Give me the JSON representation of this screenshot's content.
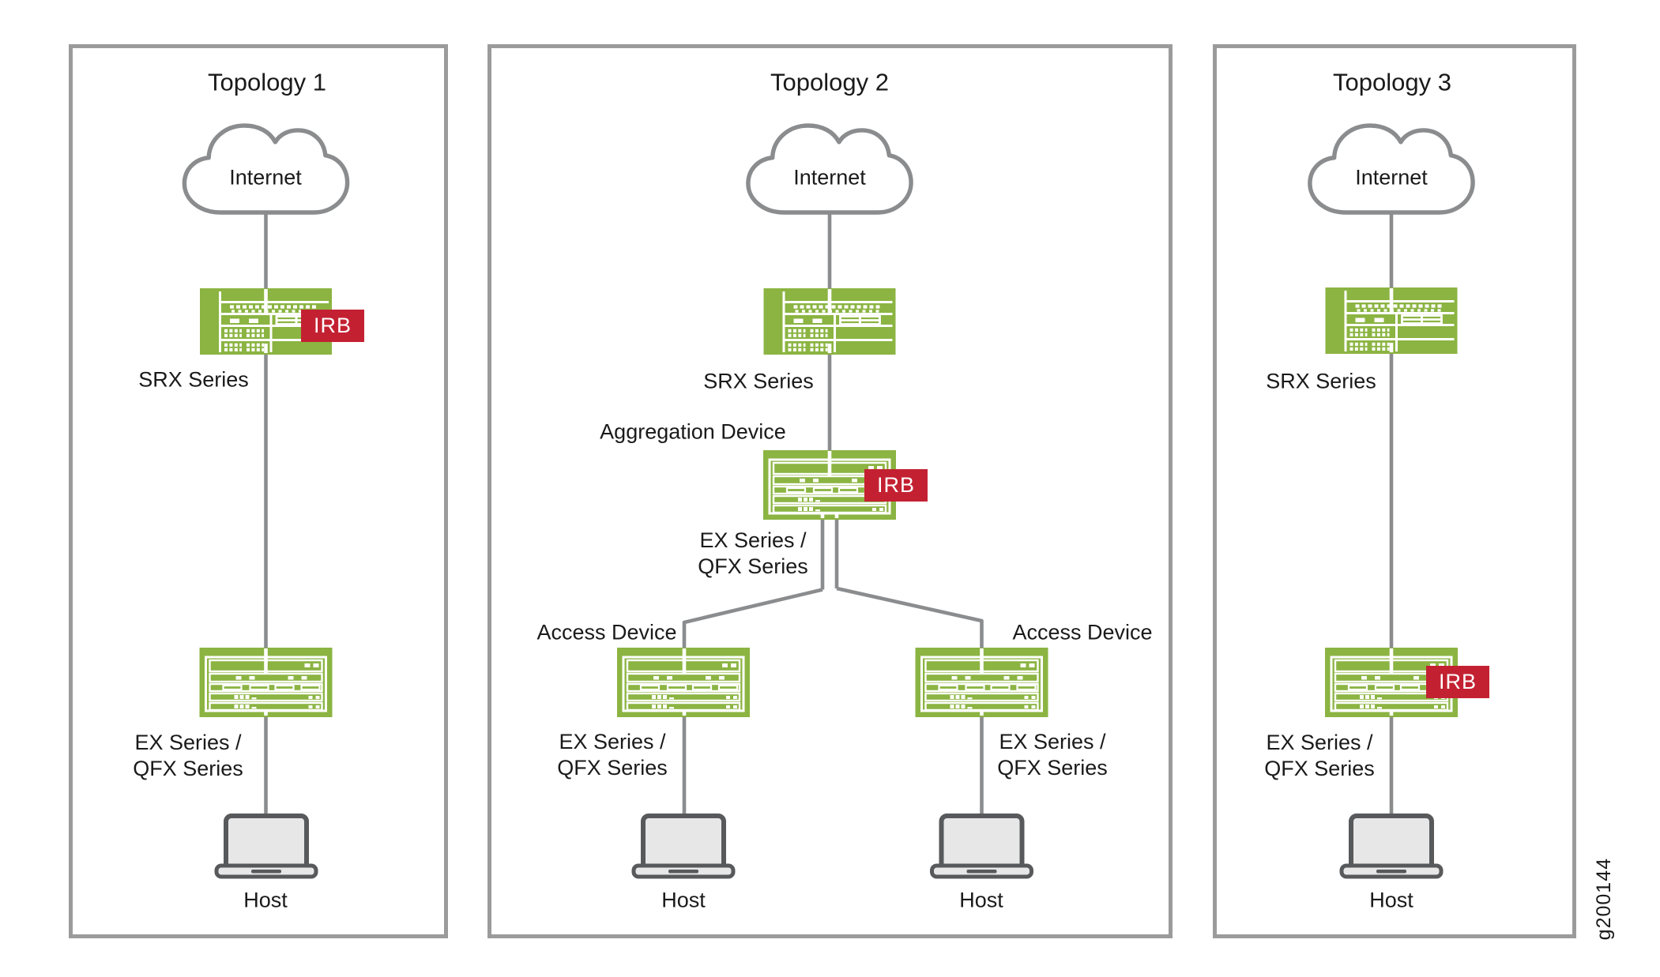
{
  "figure_number": "g200144",
  "colors": {
    "device_green": "#8BB442",
    "irb_red": "#C32132",
    "link_gray": "#8A8C8E",
    "panel_border_gray": "#9B9B9B",
    "laptop_fill": "#E7E7E8",
    "laptop_outline": "#58595B",
    "text_black": "#1A1A1A"
  },
  "icons": {
    "internet": "cloud-icon",
    "srx": "router-device-icon",
    "ex_qfx": "switch-device-icon",
    "host": "laptop-icon"
  },
  "topology1": {
    "title": "Topology 1",
    "internet_label": "Internet",
    "srx": {
      "label": "SRX Series",
      "irb_badge": "IRB"
    },
    "switch": {
      "label_line1": "EX Series /",
      "label_line2": "QFX Series"
    },
    "host_label": "Host"
  },
  "topology2": {
    "title": "Topology 2",
    "internet_label": "Internet",
    "srx": {
      "label": "SRX Series"
    },
    "aggregation": {
      "role_label": "Aggregation Device",
      "irb_badge": "IRB",
      "label_line1": "EX Series /",
      "label_line2": "QFX Series"
    },
    "access_left": {
      "role_label": "Access Device",
      "label_line1": "EX Series /",
      "label_line2": "QFX Series",
      "host_label": "Host"
    },
    "access_right": {
      "role_label": "Access Device",
      "label_line1": "EX Series /",
      "label_line2": "QFX Series",
      "host_label": "Host"
    }
  },
  "topology3": {
    "title": "Topology 3",
    "internet_label": "Internet",
    "srx": {
      "label": "SRX Series"
    },
    "switch": {
      "label_line1": "EX Series /",
      "label_line2": "QFX Series",
      "irb_badge": "IRB"
    },
    "host_label": "Host"
  }
}
